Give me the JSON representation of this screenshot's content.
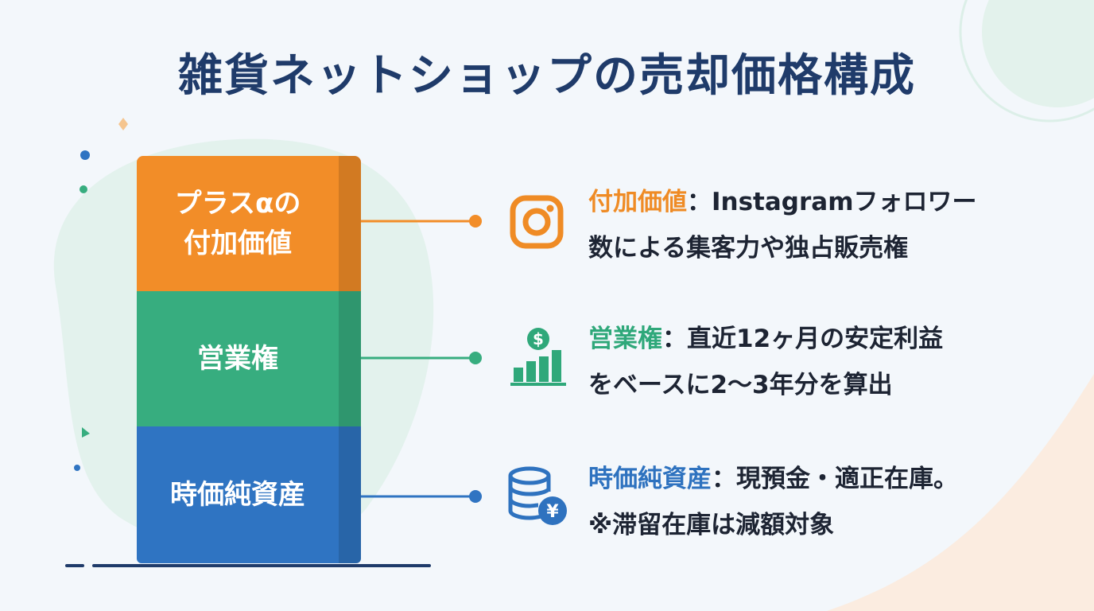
{
  "title": "雑貨ネットショップの売却価格構成",
  "layers": [
    {
      "label_line1": "プラスαの",
      "label_line2": "付加価値",
      "color": "#f28d28"
    },
    {
      "label": "営業権",
      "color": "#37ad7f"
    },
    {
      "label": "時価純資産",
      "color": "#2f74c2"
    }
  ],
  "descriptions": [
    {
      "label": "付加価値",
      "separator": "：",
      "line1": "Instagramフォロワー",
      "line2": "数による集客力や独占販売権",
      "icon": "instagram-icon",
      "color": "#ef8b25"
    },
    {
      "label": "営業権",
      "separator": "：",
      "line1": "直近12ヶ月の安定利益",
      "line2": "をベースに2〜3年分を算出",
      "icon": "growth-chart-dollar-icon",
      "color": "#2fa87a"
    },
    {
      "label": "時価純資産",
      "separator": "：",
      "line1": "現預金・適正在庫。",
      "line2": "※滞留在庫は減額対象",
      "icon": "coin-stack-yen-icon",
      "color": "#2e72bf"
    }
  ]
}
